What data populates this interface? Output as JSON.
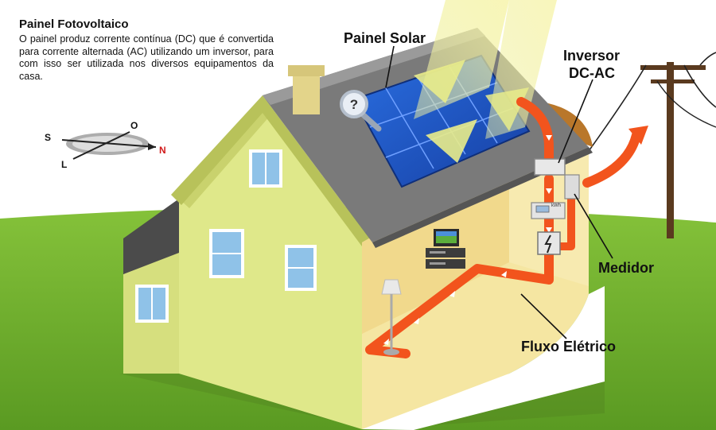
{
  "info": {
    "title": "Painel Fotovoltaico",
    "body": "O painel produz corrente contínua (DC) que é convertida para corrente alternada (AC) utilizando um inversor, para com isso ser utilizada nos diversos equipamentos da casa."
  },
  "labels": {
    "solar_panel": "Painel Solar",
    "inverter_line1": "Inversor",
    "inverter_line2": "DC-AC",
    "meter": "Medidor",
    "flow": "Fluxo Elétrico",
    "meter_display": "kWh"
  },
  "compass": {
    "south": "S",
    "west": "O",
    "east": "L",
    "north": "N"
  },
  "colors": {
    "sky": "#ffffff",
    "grass": "#6fae2e",
    "wall": "#dfe88a",
    "wall_shadow": "#c2cc68",
    "roof": "#7d7d7d",
    "panel": "#1d55c8",
    "flow_arrow": "#f2541d",
    "interior": "#f5e6a2",
    "sun_rays": "#f4f3a0",
    "north": "#d11a1a"
  },
  "icons": [
    "magnifier-question-icon",
    "compass-icon",
    "lamp-icon",
    "computer-icon",
    "inverter-box-icon",
    "meter-icon",
    "breaker-icon",
    "utility-pole-icon"
  ]
}
